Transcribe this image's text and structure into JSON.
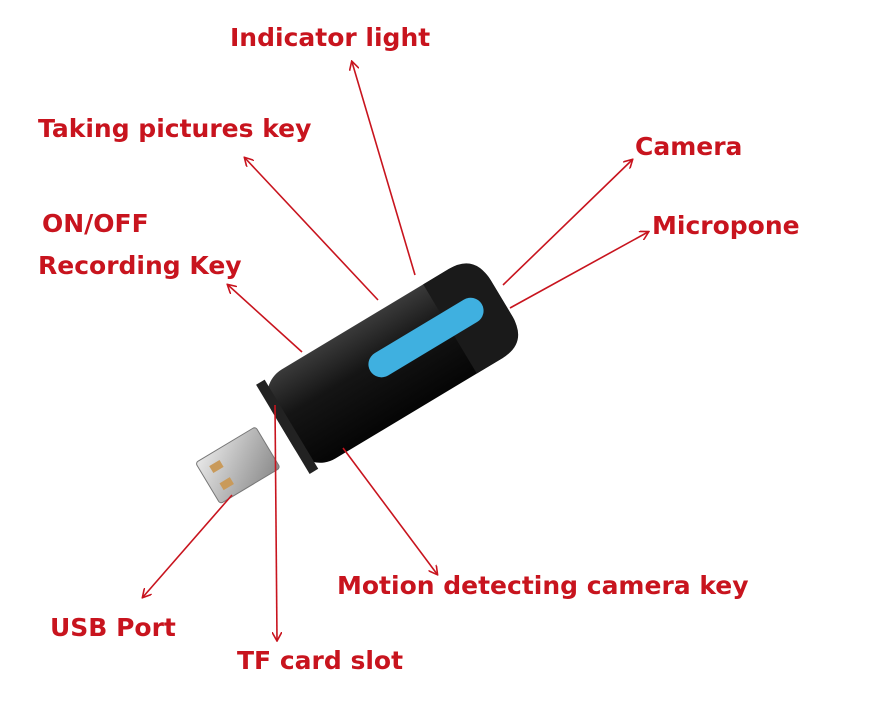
{
  "title": "USB spy camera diagram",
  "colors": {
    "label": "#c8141e",
    "arrow": "#c8141e",
    "body": "#111111",
    "accent": "#3fb0e0"
  },
  "labels": {
    "indicator_light": "Indicator light",
    "taking_pictures_key": "Taking pictures key",
    "on_off": "ON/OFF",
    "recording_key": "Recording Key",
    "camera": "Camera",
    "microphone": "Micropone",
    "motion_key": "Motion detecting camera key",
    "usb_port": "USB Port",
    "tf_card_slot": "TF card slot"
  }
}
